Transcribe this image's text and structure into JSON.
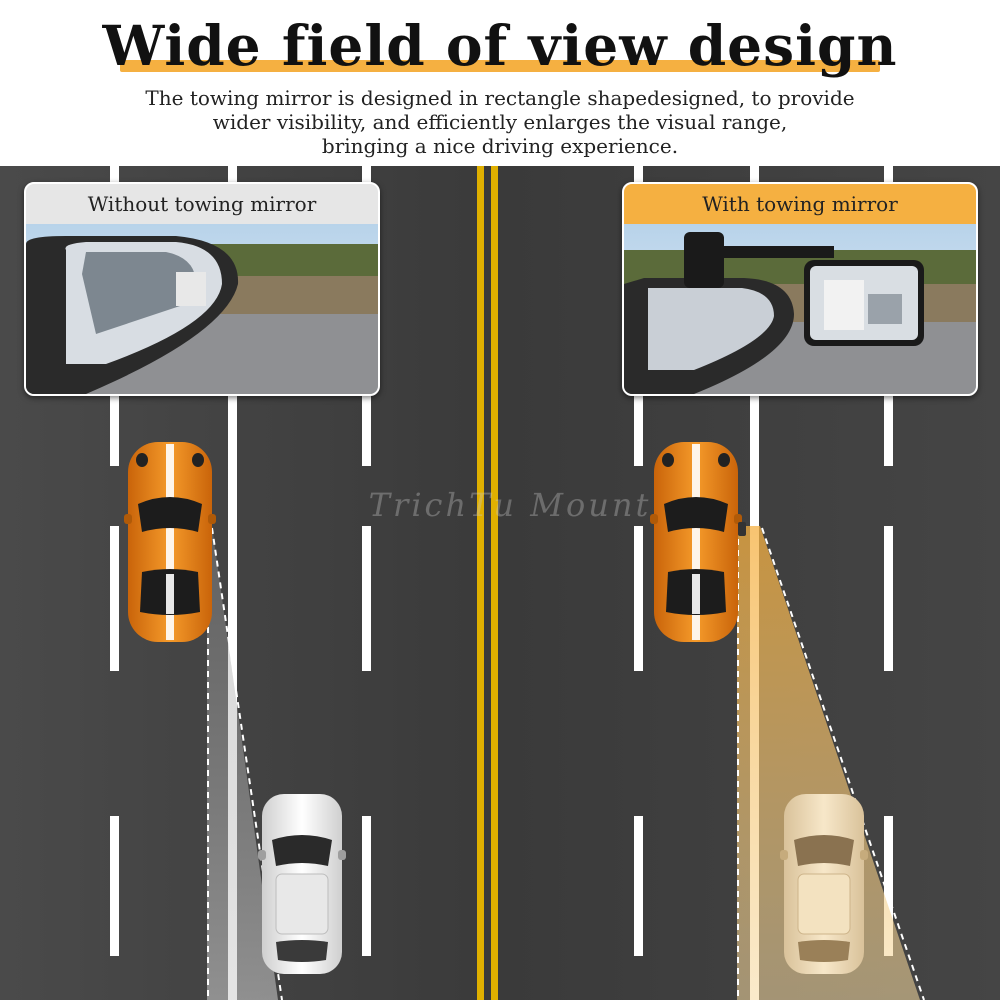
{
  "title": "Wide field of view design",
  "subtitle_lines": [
    "The towing mirror is designed in rectangle shapedesigned, to provide",
    "wider visibility, and efficiently enlarges the visual range,",
    "bringing a nice driving experience."
  ],
  "panels": {
    "left_label": "Without towing mirror",
    "right_label": "With towing mirror"
  },
  "watermark": "TrichTu Mount",
  "colors": {
    "accent": "#f5b041",
    "road": "#3a3a3a",
    "lane_marking": "#ffffff",
    "center_line": "#e0b000",
    "car_orange": "#e8871a",
    "car_white": "#f2f2f2"
  }
}
